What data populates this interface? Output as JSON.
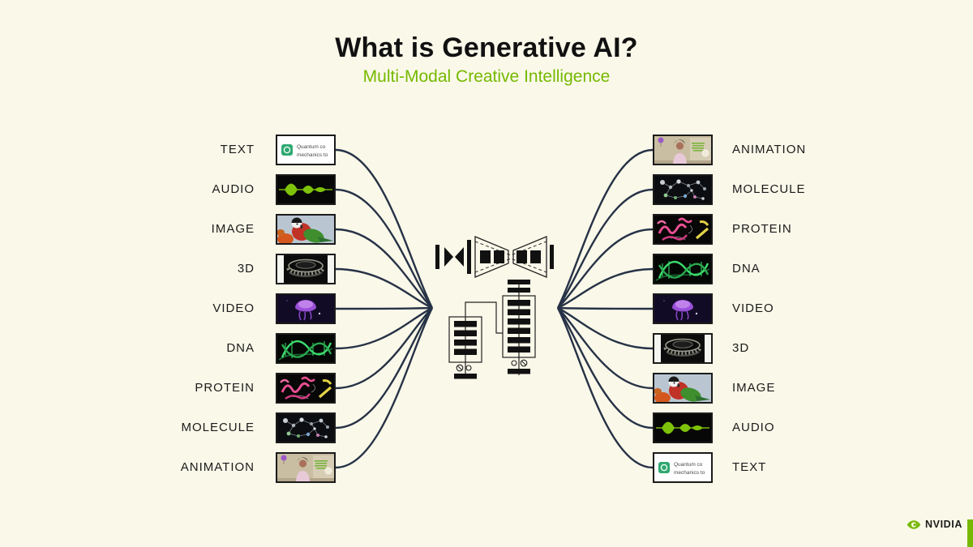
{
  "title": "What is Generative AI?",
  "subtitle": "Multi-Modal Creative Intelligence",
  "left_modalities": [
    "TEXT",
    "AUDIO",
    "IMAGE",
    "3D",
    "VIDEO",
    "DNA",
    "PROTEIN",
    "MOLECULE",
    "ANIMATION"
  ],
  "right_modalities": [
    "ANIMATION",
    "MOLECULE",
    "PROTEIN",
    "DNA",
    "VIDEO",
    "3D",
    "IMAGE",
    "AUDIO",
    "TEXT"
  ],
  "text_thumbnail": {
    "line1": "Quantum co",
    "line2": "mechanics to"
  },
  "brand": {
    "name": "NVIDIA"
  },
  "colors": {
    "background": "#FAF8E9",
    "accent_green": "#76B900",
    "connector": "#263246"
  }
}
